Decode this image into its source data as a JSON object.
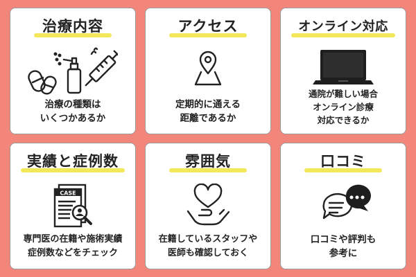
{
  "cards": [
    {
      "title": "治療内容",
      "icon": "medicine-icon",
      "lines": [
        "治療の種類は",
        "いくつかあるか"
      ]
    },
    {
      "title": "アクセス",
      "icon": "map-pin-icon",
      "lines": [
        "定期的に通える",
        "距離であるか"
      ]
    },
    {
      "title": "オンライン対応",
      "icon": "laptop-icon",
      "lines": [
        "通院が難しい場合",
        "オンライン診療",
        "対応できるか"
      ]
    },
    {
      "title": "実績と症例数",
      "icon": "case-file-icon",
      "case_label": "CASE",
      "lines": [
        "専門医の在籍や施術実績",
        "症例数などをチェック"
      ]
    },
    {
      "title": "雰囲気",
      "icon": "heart-hand-icon",
      "lines": [
        "在籍しているスタッフや",
        "医師も確認しておく"
      ]
    },
    {
      "title": "口コミ",
      "icon": "speech-bubbles-icon",
      "lines": [
        "口コミや評判も",
        "参考に"
      ]
    }
  ],
  "colors": {
    "background": "#f3867a",
    "card": "#ffffff",
    "highlight": "#f2e64a",
    "ink": "#222222"
  }
}
